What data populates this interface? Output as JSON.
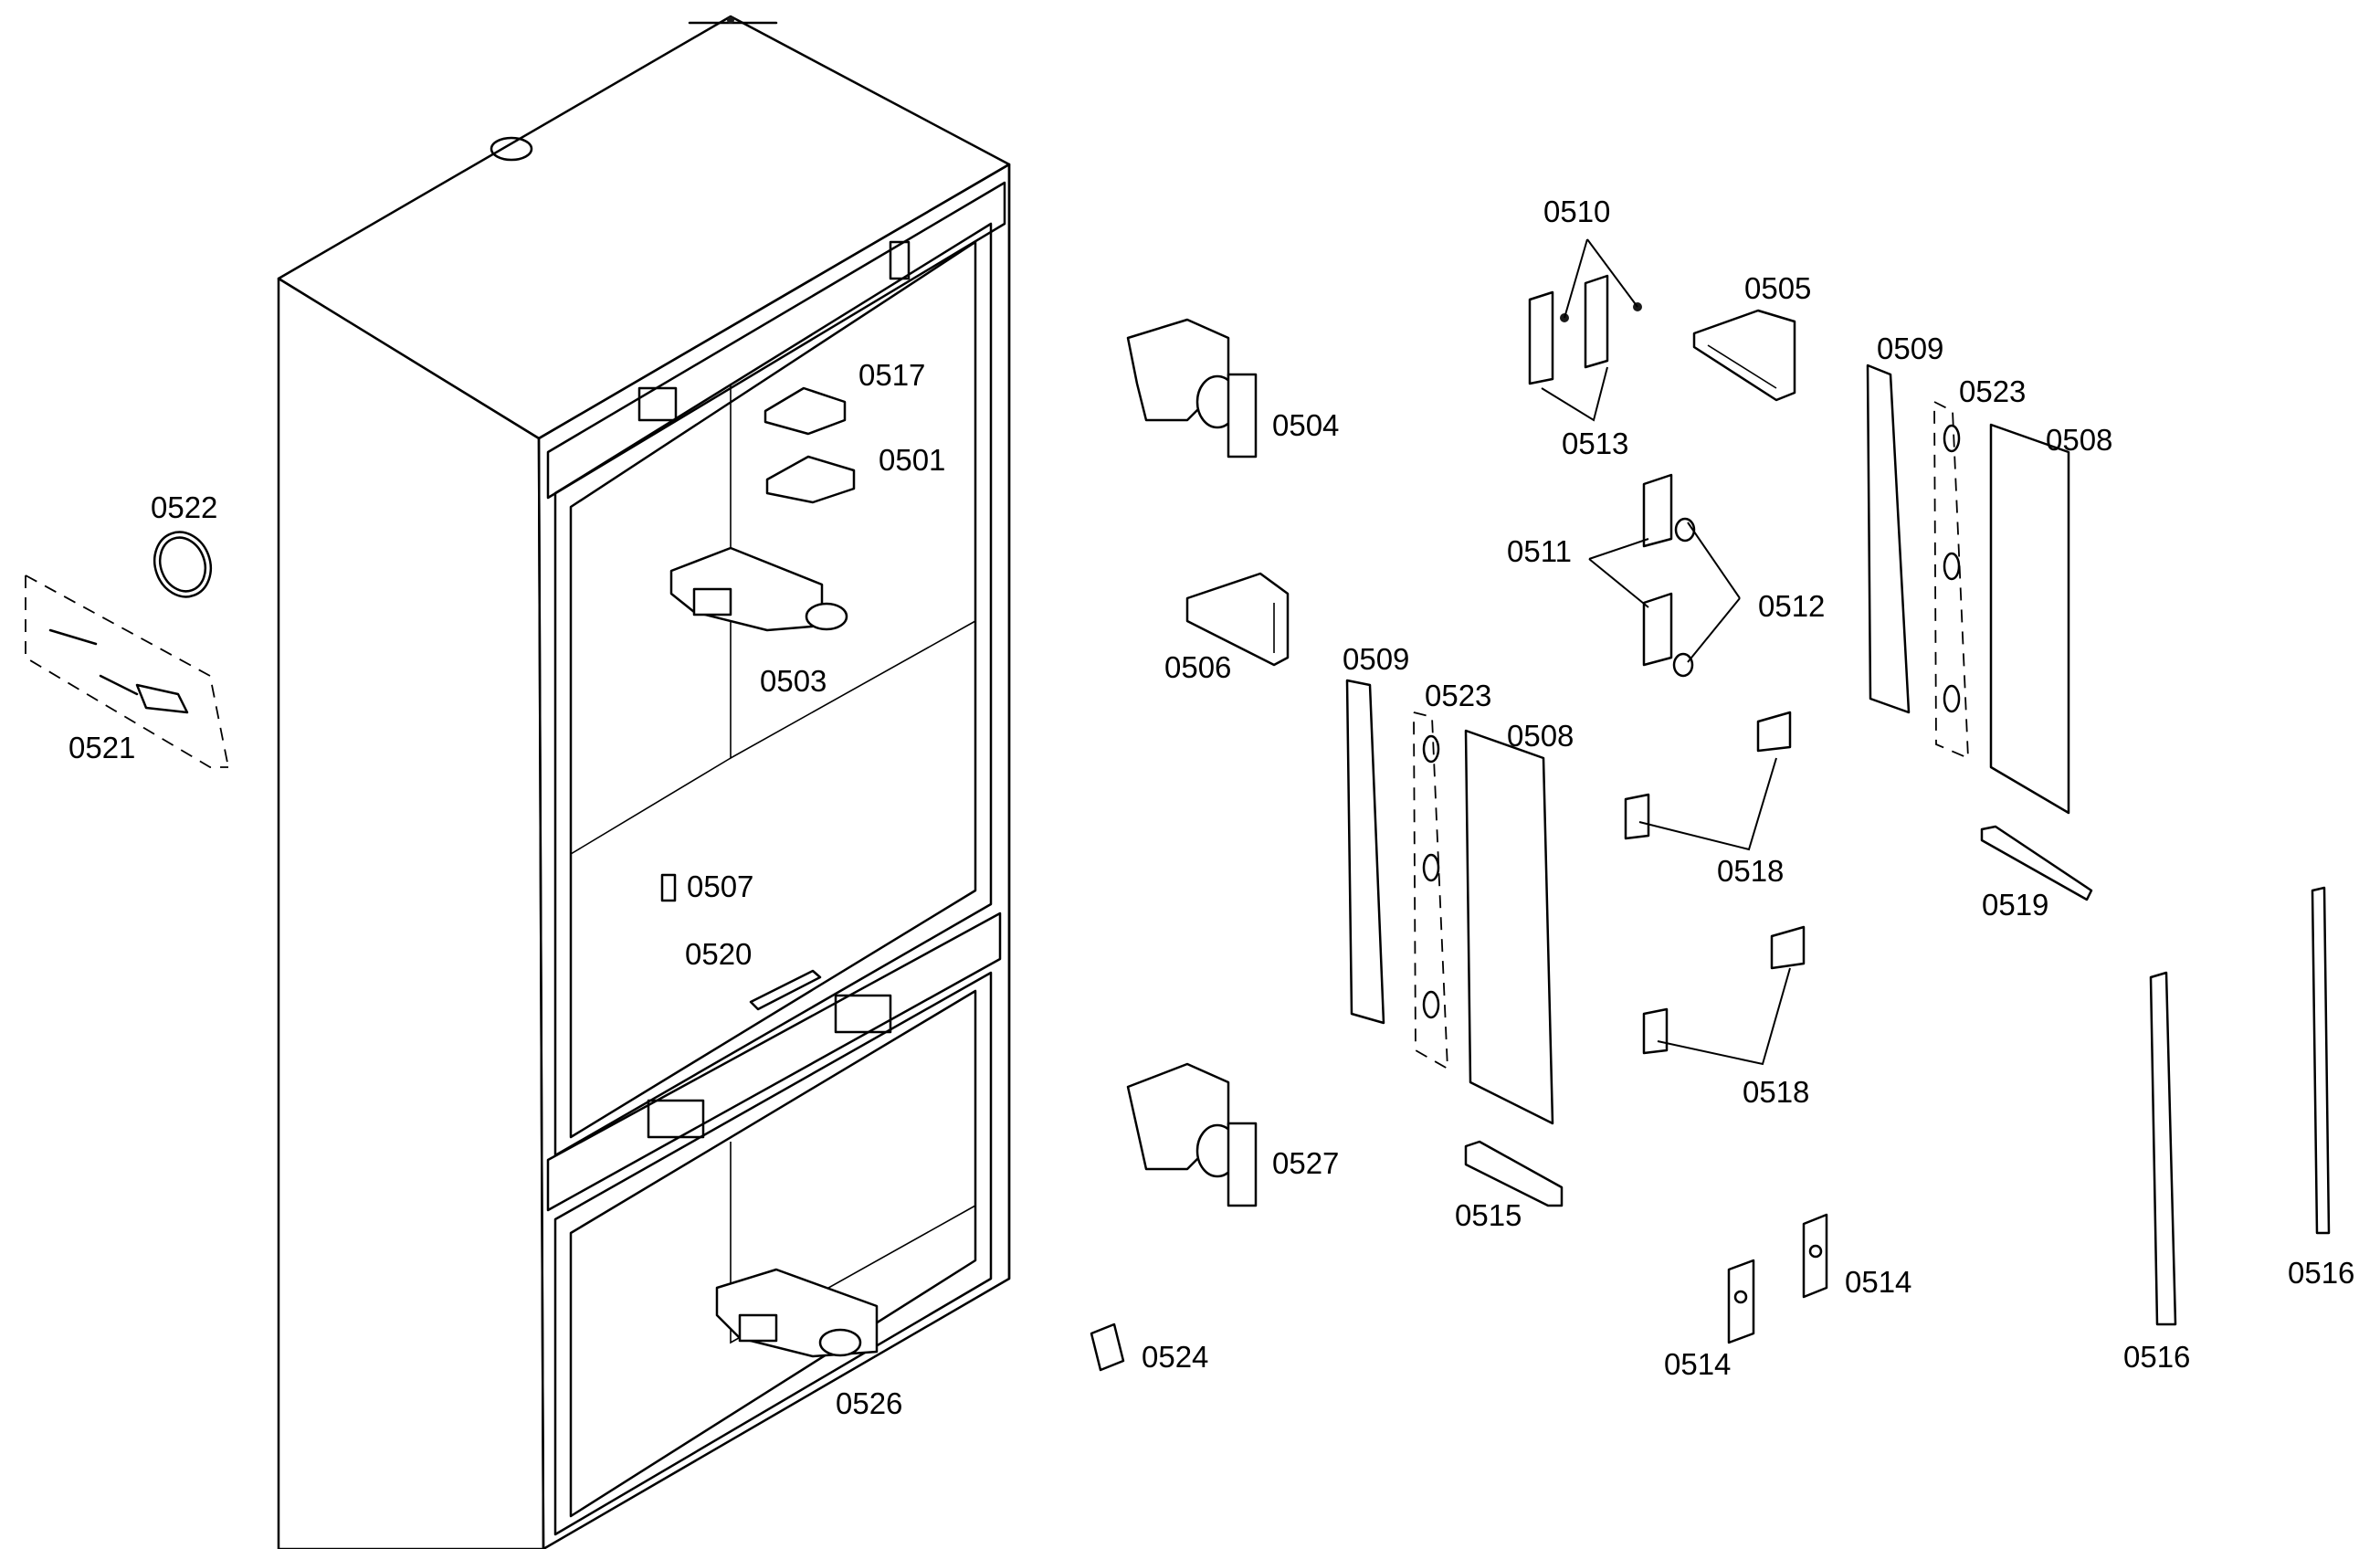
{
  "diagram": {
    "labels": {
      "l0501": "0501",
      "l0503": "0503",
      "l0504": "0504",
      "l0505": "0505",
      "l0506": "0506",
      "l0507": "0507",
      "l0508a": "0508",
      "l0508b": "0508",
      "l0509a": "0509",
      "l0509b": "0509",
      "l0510": "0510",
      "l0511": "0511",
      "l0512": "0512",
      "l0513": "0513",
      "l0514a": "0514",
      "l0514b": "0514",
      "l0515": "0515",
      "l0516a": "0516",
      "l0516b": "0516",
      "l0517": "0517",
      "l0518a": "0518",
      "l0518b": "0518",
      "l0519": "0519",
      "l0520": "0520",
      "l0521": "0521",
      "l0522": "0522",
      "l0523a": "0523",
      "l0523b": "0523",
      "l0524": "0524",
      "l0526": "0526",
      "l0527": "0527"
    }
  }
}
